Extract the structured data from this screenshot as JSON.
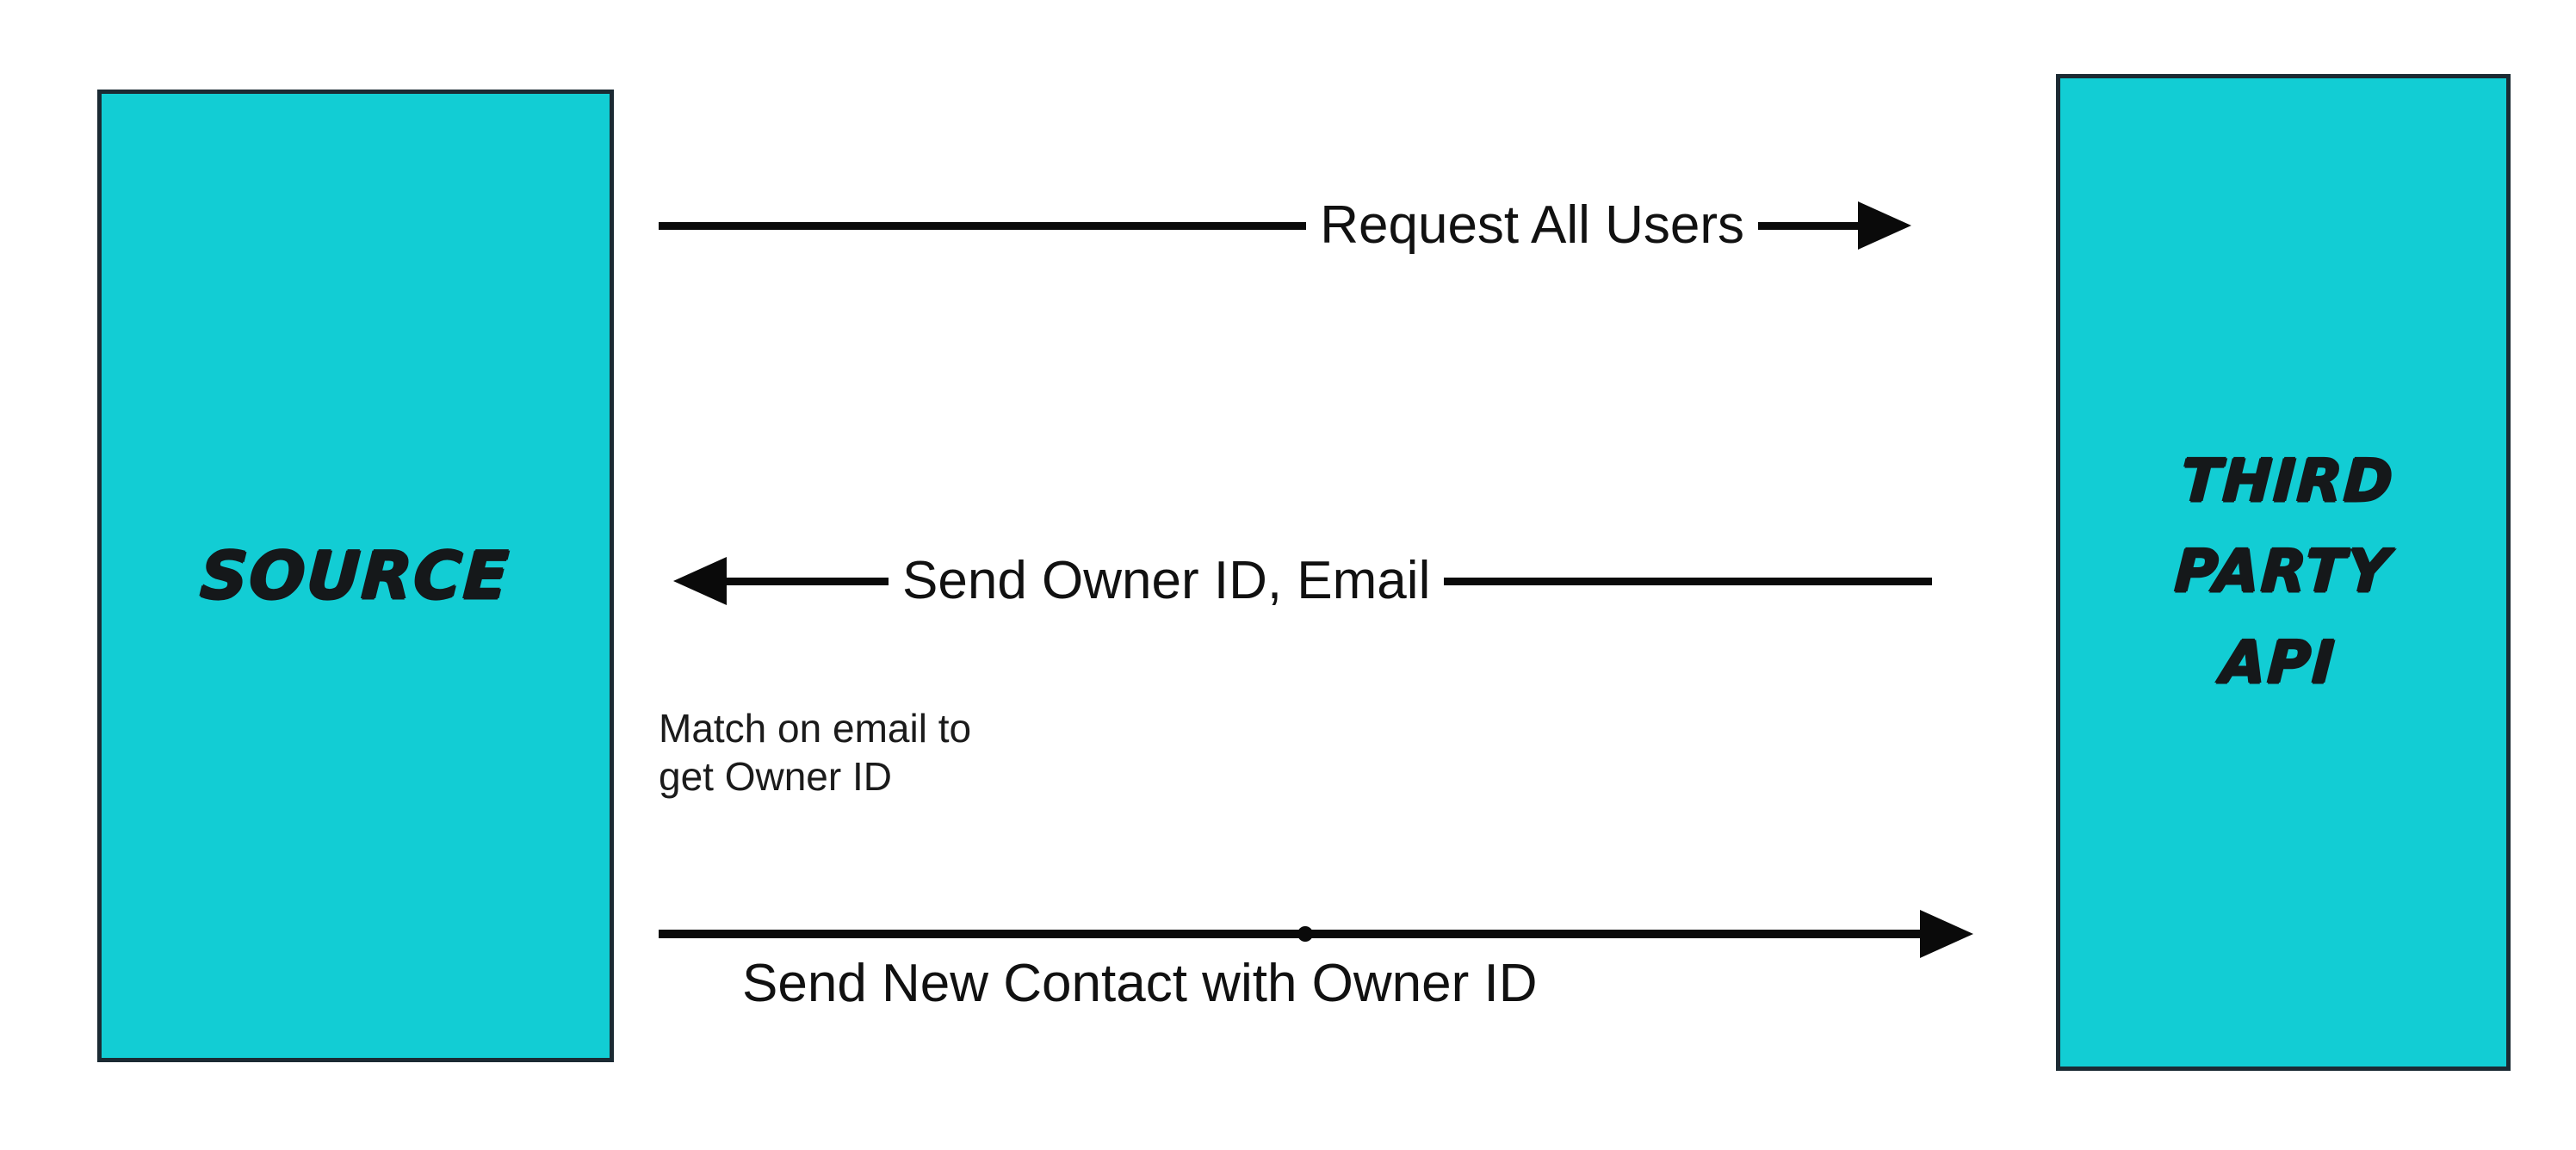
{
  "diagram": {
    "type": "sequence-diagram",
    "background_color": "#ffffff",
    "entity_fill_color": "#12CDD4",
    "entity_border_color": "#1b2a33",
    "line_color": "#0a0a0a",
    "entities": [
      {
        "id": "source",
        "label_lines": [
          "SOURCE"
        ],
        "position": "left"
      },
      {
        "id": "third-party-api",
        "label_lines": [
          "THIRD",
          "PARTY",
          "API"
        ],
        "position": "right"
      }
    ],
    "messages": [
      {
        "id": "request-all-users",
        "label": "Request All Users",
        "direction": "left-to-right",
        "from": "source",
        "to": "third-party-api",
        "label_position": "inline"
      },
      {
        "id": "send-owner-id-email",
        "label": "Send Owner ID, Email",
        "direction": "right-to-left",
        "from": "third-party-api",
        "to": "source",
        "label_position": "inline"
      },
      {
        "id": "send-new-contact",
        "label": "Send New Contact with Owner ID",
        "direction": "left-to-right",
        "from": "source",
        "to": "third-party-api",
        "label_position": "below",
        "has_midpoint_marker": true
      }
    ],
    "notes": [
      {
        "id": "match-note",
        "lines": [
          "Match on email to",
          "get Owner ID"
        ],
        "attached_to": "source"
      }
    ]
  }
}
